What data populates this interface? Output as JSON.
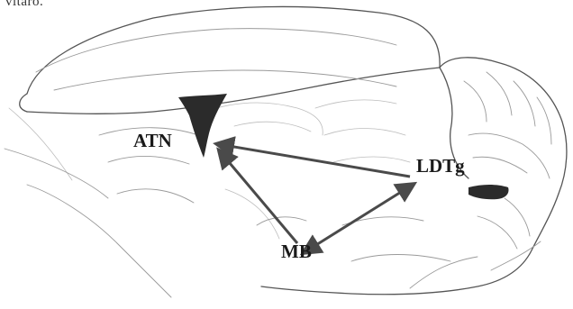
{
  "caption_fragment": "vitaro.",
  "regions": {
    "atn": "ATN",
    "ldtg": "LDTg",
    "mb": "MB"
  },
  "colors": {
    "ink": "#1a1a1a",
    "arrow": "#4a4a4a",
    "outline": "#555555",
    "nucleus_fill": "#2b2b2b"
  }
}
